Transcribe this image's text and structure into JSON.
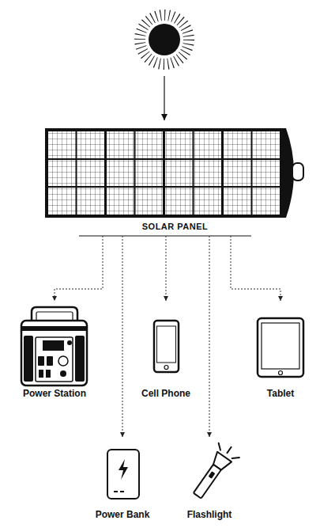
{
  "diagram": {
    "nodes": [
      {
        "text": [
          "SOLAR PANEL"
        ]
      },
      {
        "text": [
          "Power Station"
        ]
      },
      {
        "text": [
          "Cell Phone"
        ]
      },
      {
        "text": [
          "Tablet"
        ]
      },
      {
        "text": [
          "Power Bank"
        ]
      },
      {
        "text": [
          "Flashlight"
        ]
      }
    ],
    "edges": [
      {
        "from": 0,
        "to": 1,
        "arrow": "to"
      },
      {
        "from": 0,
        "to": 2,
        "arrow": "to"
      },
      {
        "from": 0,
        "to": 3,
        "arrow": "to"
      },
      {
        "from": 0,
        "to": 4,
        "arrow": "to"
      },
      {
        "from": 0,
        "to": 5,
        "arrow": "to"
      }
    ]
  }
}
